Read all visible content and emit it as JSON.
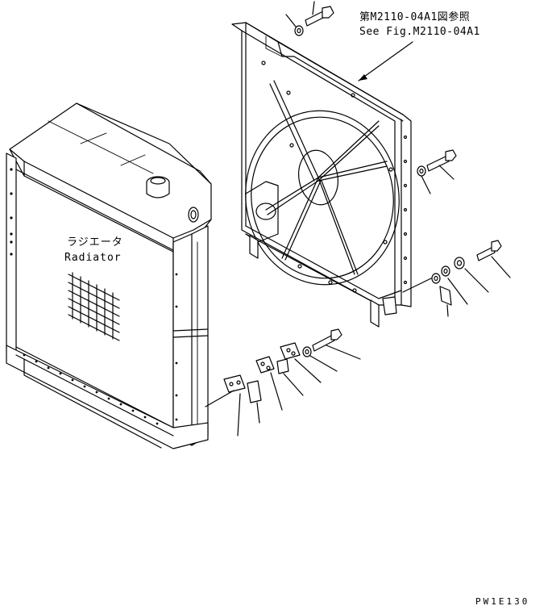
{
  "labels": {
    "reference_jp": "第M2110-04A1図参照",
    "reference_en": "See Fig.M2110-04A1",
    "radiator_jp": "ラジエータ",
    "radiator_en": "Radiator",
    "drawing_code": "PW1E130"
  },
  "icons": {
    "radiator": "radiator-icon",
    "fan_shroud": "fan-shroud-icon",
    "bolt": "bolt-icon",
    "washer": "washer-icon",
    "bracket": "bracket-icon"
  }
}
